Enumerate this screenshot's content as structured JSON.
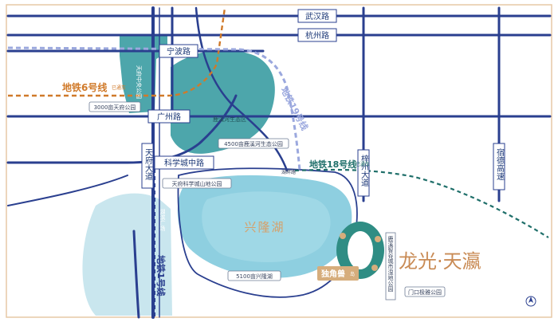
{
  "colors": {
    "background": "#ffffff",
    "frame": "#e7c9a6",
    "road": "#2a3f8f",
    "lake": "#8ecfe0",
    "park": "#3e9ea4",
    "metro6": "#d07a2a",
    "metro19": "#9ba8de",
    "metro18": "#1f6f6a",
    "metro1": "#2a3f8f",
    "brand": "#c98b55"
  },
  "roads": {
    "wuhan": "武汉路",
    "hangzhou": "杭州路",
    "ningbo": "宁波路",
    "guangzhou": "广州路",
    "kexuecheng_zhong": "科学城中路",
    "tianfu_avenue": "天府大道",
    "zilong_avenue": "梓州大道",
    "express": "宿德高速"
  },
  "metro": {
    "line6": {
      "name": "地铁6号线",
      "status": "已通车"
    },
    "line19": {
      "name": "地铁19号线"
    },
    "line18": {
      "name": "地铁18号线",
      "status": "已通车"
    },
    "line1": {
      "name": "地铁1号线"
    }
  },
  "parks": {
    "tianfu_central": "天府中央公园",
    "tianfu_3000": "3000亩天府公园",
    "luxi_eco": "鹿溪河生态区",
    "luxi_4500": "4500亩鹿溪河生态公园",
    "kexuecheng_park": "天府科学城山地公园",
    "xinglong_5100": "5100亩兴隆湖",
    "luxi_wetland": "鹿溪智谷城市湿地公园",
    "menkou": "门口极雅公园"
  },
  "places": {
    "xinglong_lake": "兴隆湖",
    "hupan_road": "湖畔路",
    "hubin_square": "湖滨广场"
  },
  "project": {
    "badge": "独角兽",
    "badge_sub": "岛",
    "brand": "龙光·天瀛"
  },
  "compass_icon": "north-arrow-icon"
}
